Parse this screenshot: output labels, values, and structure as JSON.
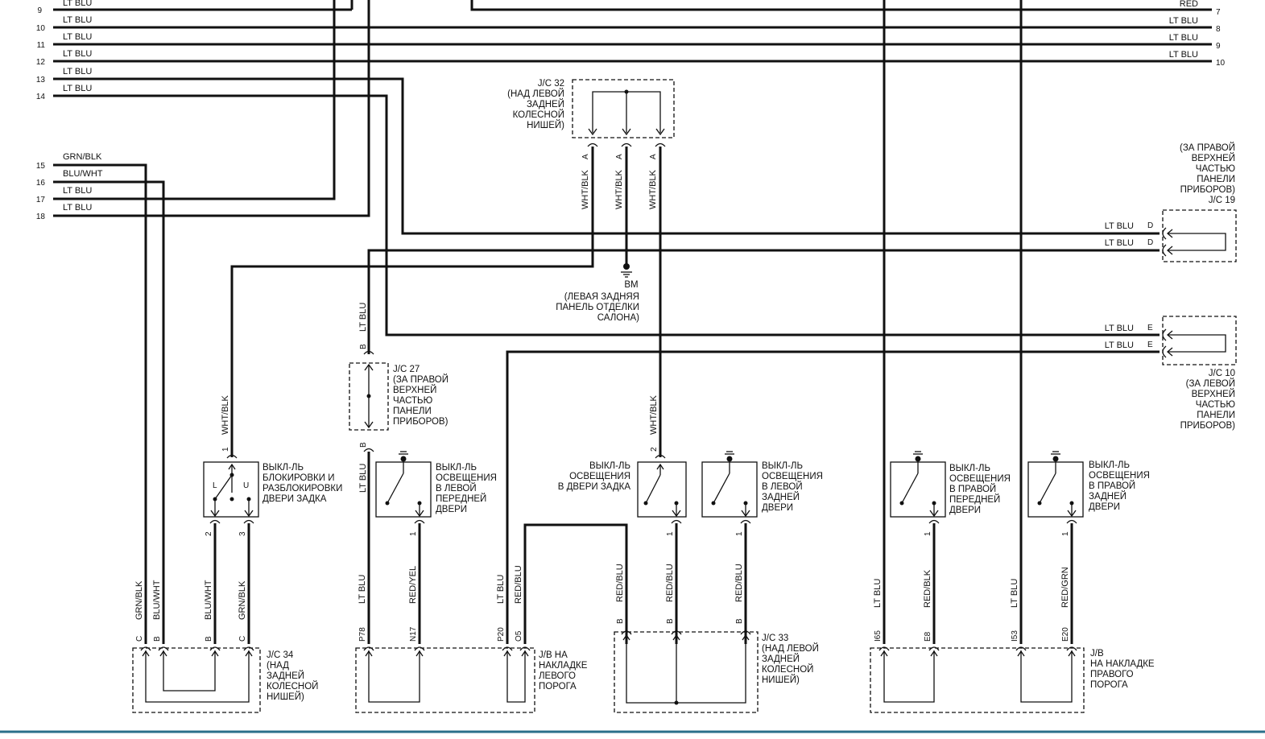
{
  "left_connector": {
    "rows": [
      {
        "pin": "9",
        "color": "LT BLU"
      },
      {
        "pin": "10",
        "color": "LT BLU"
      },
      {
        "pin": "11",
        "color": "LT BLU"
      },
      {
        "pin": "12",
        "color": "LT BLU"
      },
      {
        "pin": "13",
        "color": "LT BLU"
      },
      {
        "pin": "14",
        "color": "LT BLU"
      },
      {
        "pin": "15",
        "color": "GRN/BLK"
      },
      {
        "pin": "16",
        "color": "BLU/WHT"
      },
      {
        "pin": "17",
        "color": "LT BLU"
      },
      {
        "pin": "18",
        "color": "LT BLU"
      }
    ]
  },
  "right_connector": {
    "rows": [
      {
        "pin": "7",
        "color": "RED"
      },
      {
        "pin": "8",
        "color": "LT BLU"
      },
      {
        "pin": "9",
        "color": "LT BLU"
      },
      {
        "pin": "10",
        "color": "LT BLU"
      }
    ]
  },
  "jc32": {
    "caption": [
      "J/C 32",
      "(НАД ЛЕВОЙ",
      "ЗАДНЕЙ",
      "КОЛЕСНОЙ",
      "НИШЕЙ)"
    ],
    "pins": [
      "A",
      "A",
      "A"
    ],
    "wires": [
      "WHT/BLK",
      "WHT/BLK",
      "WHT/BLK"
    ]
  },
  "ground_bm": {
    "caption": [
      "BM",
      "(ЛЕВАЯ ЗАДНЯЯ",
      "ПАНЕЛЬ ОТДЕЛКИ",
      "САЛОНА)"
    ]
  },
  "jc19": {
    "caption": [
      "(ЗА ПРАВОЙ",
      "ВЕРХНЕЙ",
      "ЧАСТЬЮ",
      "ПАНЕЛИ",
      "ПРИБОРОВ)",
      "J/C 19"
    ],
    "wire_labels": [
      "LT BLU",
      "LT BLU"
    ],
    "pins": [
      "D",
      "D"
    ]
  },
  "jc10": {
    "caption": [
      "J/C 10",
      "(ЗА ЛЕВОЙ",
      "ВЕРХНЕЙ",
      "ЧАСТЬЮ",
      "ПАНЕЛИ",
      "ПРИБОРОВ)"
    ],
    "wire_labels": [
      "LT BLU",
      "LT BLU"
    ],
    "pins": [
      "E",
      "E"
    ]
  },
  "jc27": {
    "caption": [
      "J/C 27",
      "(ЗА ПРАВОЙ",
      "ВЕРХНЕЙ",
      "ЧАСТЬЮ",
      "ПАНЕЛИ",
      "ПРИБОРОВ)"
    ],
    "pin_top": "B",
    "pin_bottom": "B",
    "wire_top": "LT BLU",
    "wire_bottom": "LT BLU"
  },
  "lock_switch": {
    "caption": [
      "ВЫКЛ-ЛЬ",
      "БЛОКИРОВКИ И",
      "РАЗБЛОКИРОВКИ",
      "ДВЕРИ ЗАДКА"
    ],
    "pin_top": "1",
    "wire_top": "WHT/BLK",
    "contact_left": "L",
    "contact_right": "U",
    "pins_bottom": [
      "2",
      "3"
    ]
  },
  "sw_lf_door": {
    "caption": [
      "ВЫКЛ-ЛЬ",
      "ОСВЕЩЕНИЯ",
      "В ЛЕВОЙ",
      "ПЕРЕДНЕЙ",
      "ДВЕРИ"
    ],
    "pin": "1"
  },
  "sw_tailgate": {
    "caption": [
      "ВЫКЛ-ЛЬ",
      "ОСВЕЩЕНИЯ",
      "В ДВЕРИ ЗАДКА"
    ],
    "pin_top": "2",
    "wire_top": "WHT/BLK",
    "pin": "1"
  },
  "sw_lr_door": {
    "caption": [
      "ВЫКЛ-ЛЬ",
      "ОСВЕЩЕНИЯ",
      "В ЛЕВОЙ",
      "ЗАДНЕЙ",
      "ДВЕРИ"
    ],
    "pin": "1"
  },
  "sw_rf_door": {
    "caption": [
      "ВЫКЛ-ЛЬ",
      "ОСВЕЩЕНИЯ",
      "В ПРАВОЙ",
      "ПЕРЕДНЕЙ",
      "ДВЕРИ"
    ],
    "pin": "1"
  },
  "sw_rr_door": {
    "caption": [
      "ВЫКЛ-ЛЬ",
      "ОСВЕЩЕНИЯ",
      "В ПРАВОЙ",
      "ЗАДНЕЙ",
      "ДВЕРИ"
    ],
    "pin": "1"
  },
  "jc34": {
    "caption": [
      "J/C 34",
      "(НАД",
      "ЗАДНЕЙ",
      "КОЛЕСНОЙ",
      "НИШЕЙ)"
    ],
    "wires": [
      "GRN/BLK",
      "BLU/WHT",
      "BLU/WHT",
      "GRN/BLK"
    ],
    "pins": [
      "C",
      "B",
      "B",
      "C"
    ]
  },
  "jb_left": {
    "caption": [
      "J/B НА",
      "НАКЛАДКЕ",
      "ЛЕВОГО",
      "ПОРОГА"
    ],
    "wires": [
      "LT BLU",
      "RED/YEL",
      "LT BLU",
      "RED/BLU"
    ],
    "pins": [
      "P78",
      "N17",
      "P20",
      "O5"
    ]
  },
  "jc33": {
    "caption": [
      "J/C 33",
      "(НАД ЛЕВОЙ",
      "ЗАДНЕЙ",
      "КОЛЕСНОЙ",
      "НИШЕЙ)"
    ],
    "wires": [
      "RED/BLU",
      "RED/BLU",
      "RED/BLU"
    ],
    "pins": [
      "B",
      "B",
      "B"
    ]
  },
  "jb_right": {
    "caption": [
      "J/B",
      "НА НАКЛАДКЕ",
      "ПРАВОГО",
      "ПОРОГА"
    ],
    "wires": [
      "LT BLU",
      "RED/BLK",
      "LT BLU",
      "RED/GRN"
    ],
    "pins": [
      "I65",
      "E8",
      "I53",
      "E20"
    ]
  },
  "colors": {
    "wire": "#111111",
    "frame": "#2a6f8a",
    "background": "#ffffff"
  }
}
